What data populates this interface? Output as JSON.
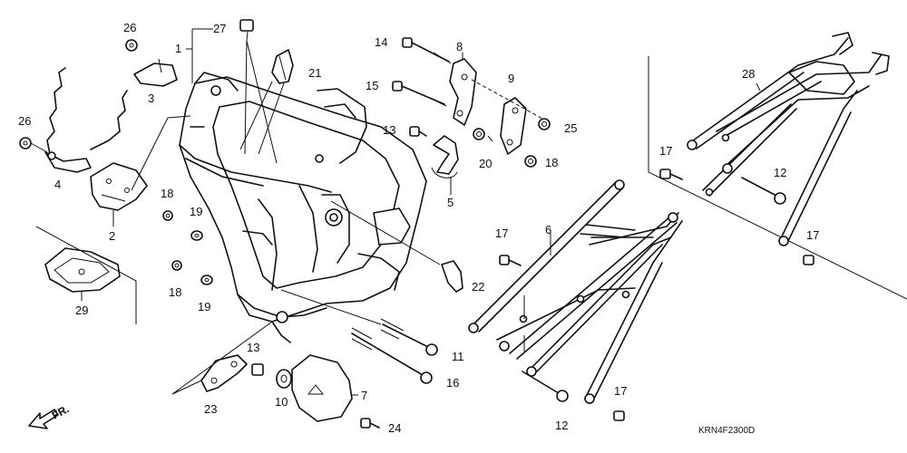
{
  "callouts": {
    "c1": "1",
    "c2": "2",
    "c3": "3",
    "c4": "4",
    "c5": "5",
    "c6": "6",
    "c7": "7",
    "c8": "8",
    "c9": "9",
    "c10": "10",
    "c11": "11",
    "c12a": "12",
    "c12b": "12",
    "c13a": "13",
    "c13b": "13",
    "c14": "14",
    "c15": "15",
    "c16": "16",
    "c17a": "17",
    "c17b": "17",
    "c17c": "17",
    "c17d": "17",
    "c18a": "18",
    "c18b": "18",
    "c18c": "18",
    "c19a": "19",
    "c19b": "19",
    "c20": "20",
    "c21": "21",
    "c22": "22",
    "c23": "23",
    "c24": "24",
    "c25": "25",
    "c26a": "26",
    "c26b": "26",
    "c27": "27",
    "c28": "28",
    "c29": "29"
  },
  "direction_label": "FR.",
  "drawing_code": "KRN4F2300D"
}
